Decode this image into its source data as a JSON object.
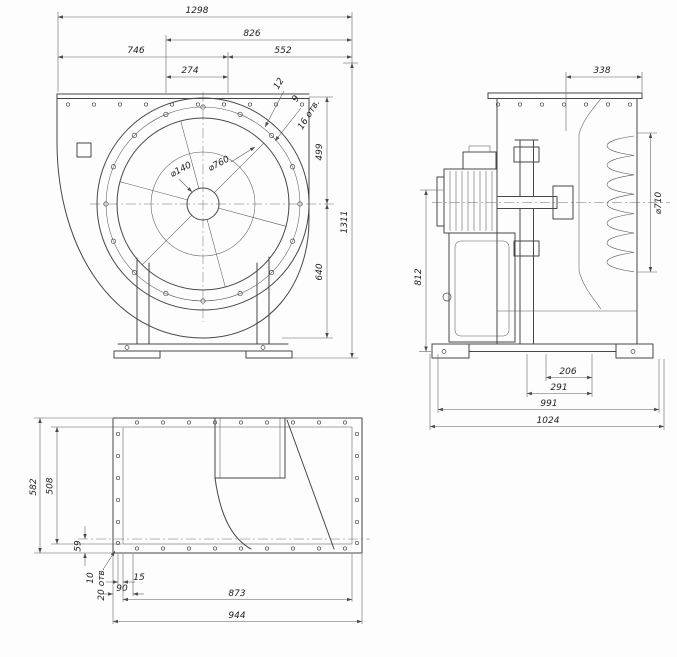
{
  "colors": {
    "geometry_line": "#474747",
    "dimension_line": "#5a5a5a",
    "text": "#222222",
    "background": "#ffffff"
  },
  "front_view": {
    "dims": {
      "total_width": "1298",
      "outlet_width": "826",
      "left_width": "746",
      "right_width": "552",
      "offset_274": "274",
      "note_12": "12",
      "note_9": "9",
      "note_16_holes": "16 отв.",
      "hub_diameter": "⌀140",
      "inlet_diameter": "⌀760",
      "height_top": "499",
      "height_bottom": "640",
      "total_height": "1311"
    }
  },
  "side_view": {
    "dims": {
      "flange_width": "338",
      "impeller_diameter": "⌀710",
      "motor_height": "812",
      "offset_206": "206",
      "offset_291": "291",
      "base_width": "991",
      "total_depth": "1024"
    }
  },
  "plan_view": {
    "dims": {
      "total_depth": "582",
      "inner_depth": "508",
      "axis_offset": "59",
      "hole_diameter": "10",
      "note_20_holes": "20 отв.",
      "offset_15": "15",
      "offset_90": "90",
      "inner_width": "873",
      "total_width": "944"
    }
  }
}
